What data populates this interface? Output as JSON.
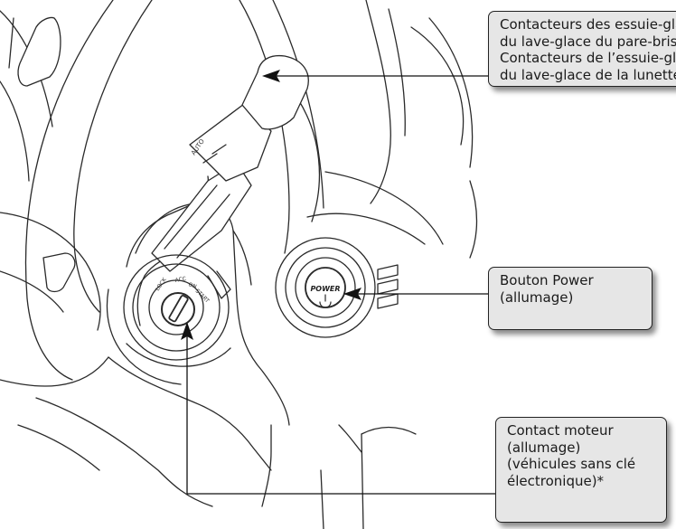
{
  "callouts": {
    "wipers": {
      "lines": [
        "Contacteurs des essuie-glaces et",
        "du lave-glace du pare-brise/",
        "Contacteurs de l’essuie-glace et",
        "du lave-glace de la lunette arrière"
      ]
    },
    "power": {
      "lines": [
        "Bouton Power",
        "(allumage)"
      ]
    },
    "ignition": {
      "lines": [
        "Contact moteur",
        "(allumage)",
        "(véhicules sans clé",
        "électronique)*"
      ]
    }
  },
  "illustration": {
    "power_button_label": "POWER",
    "ignition_positions": [
      "LOCK",
      "ACC",
      "ON",
      "START"
    ],
    "stalk_label": "AUTO"
  }
}
